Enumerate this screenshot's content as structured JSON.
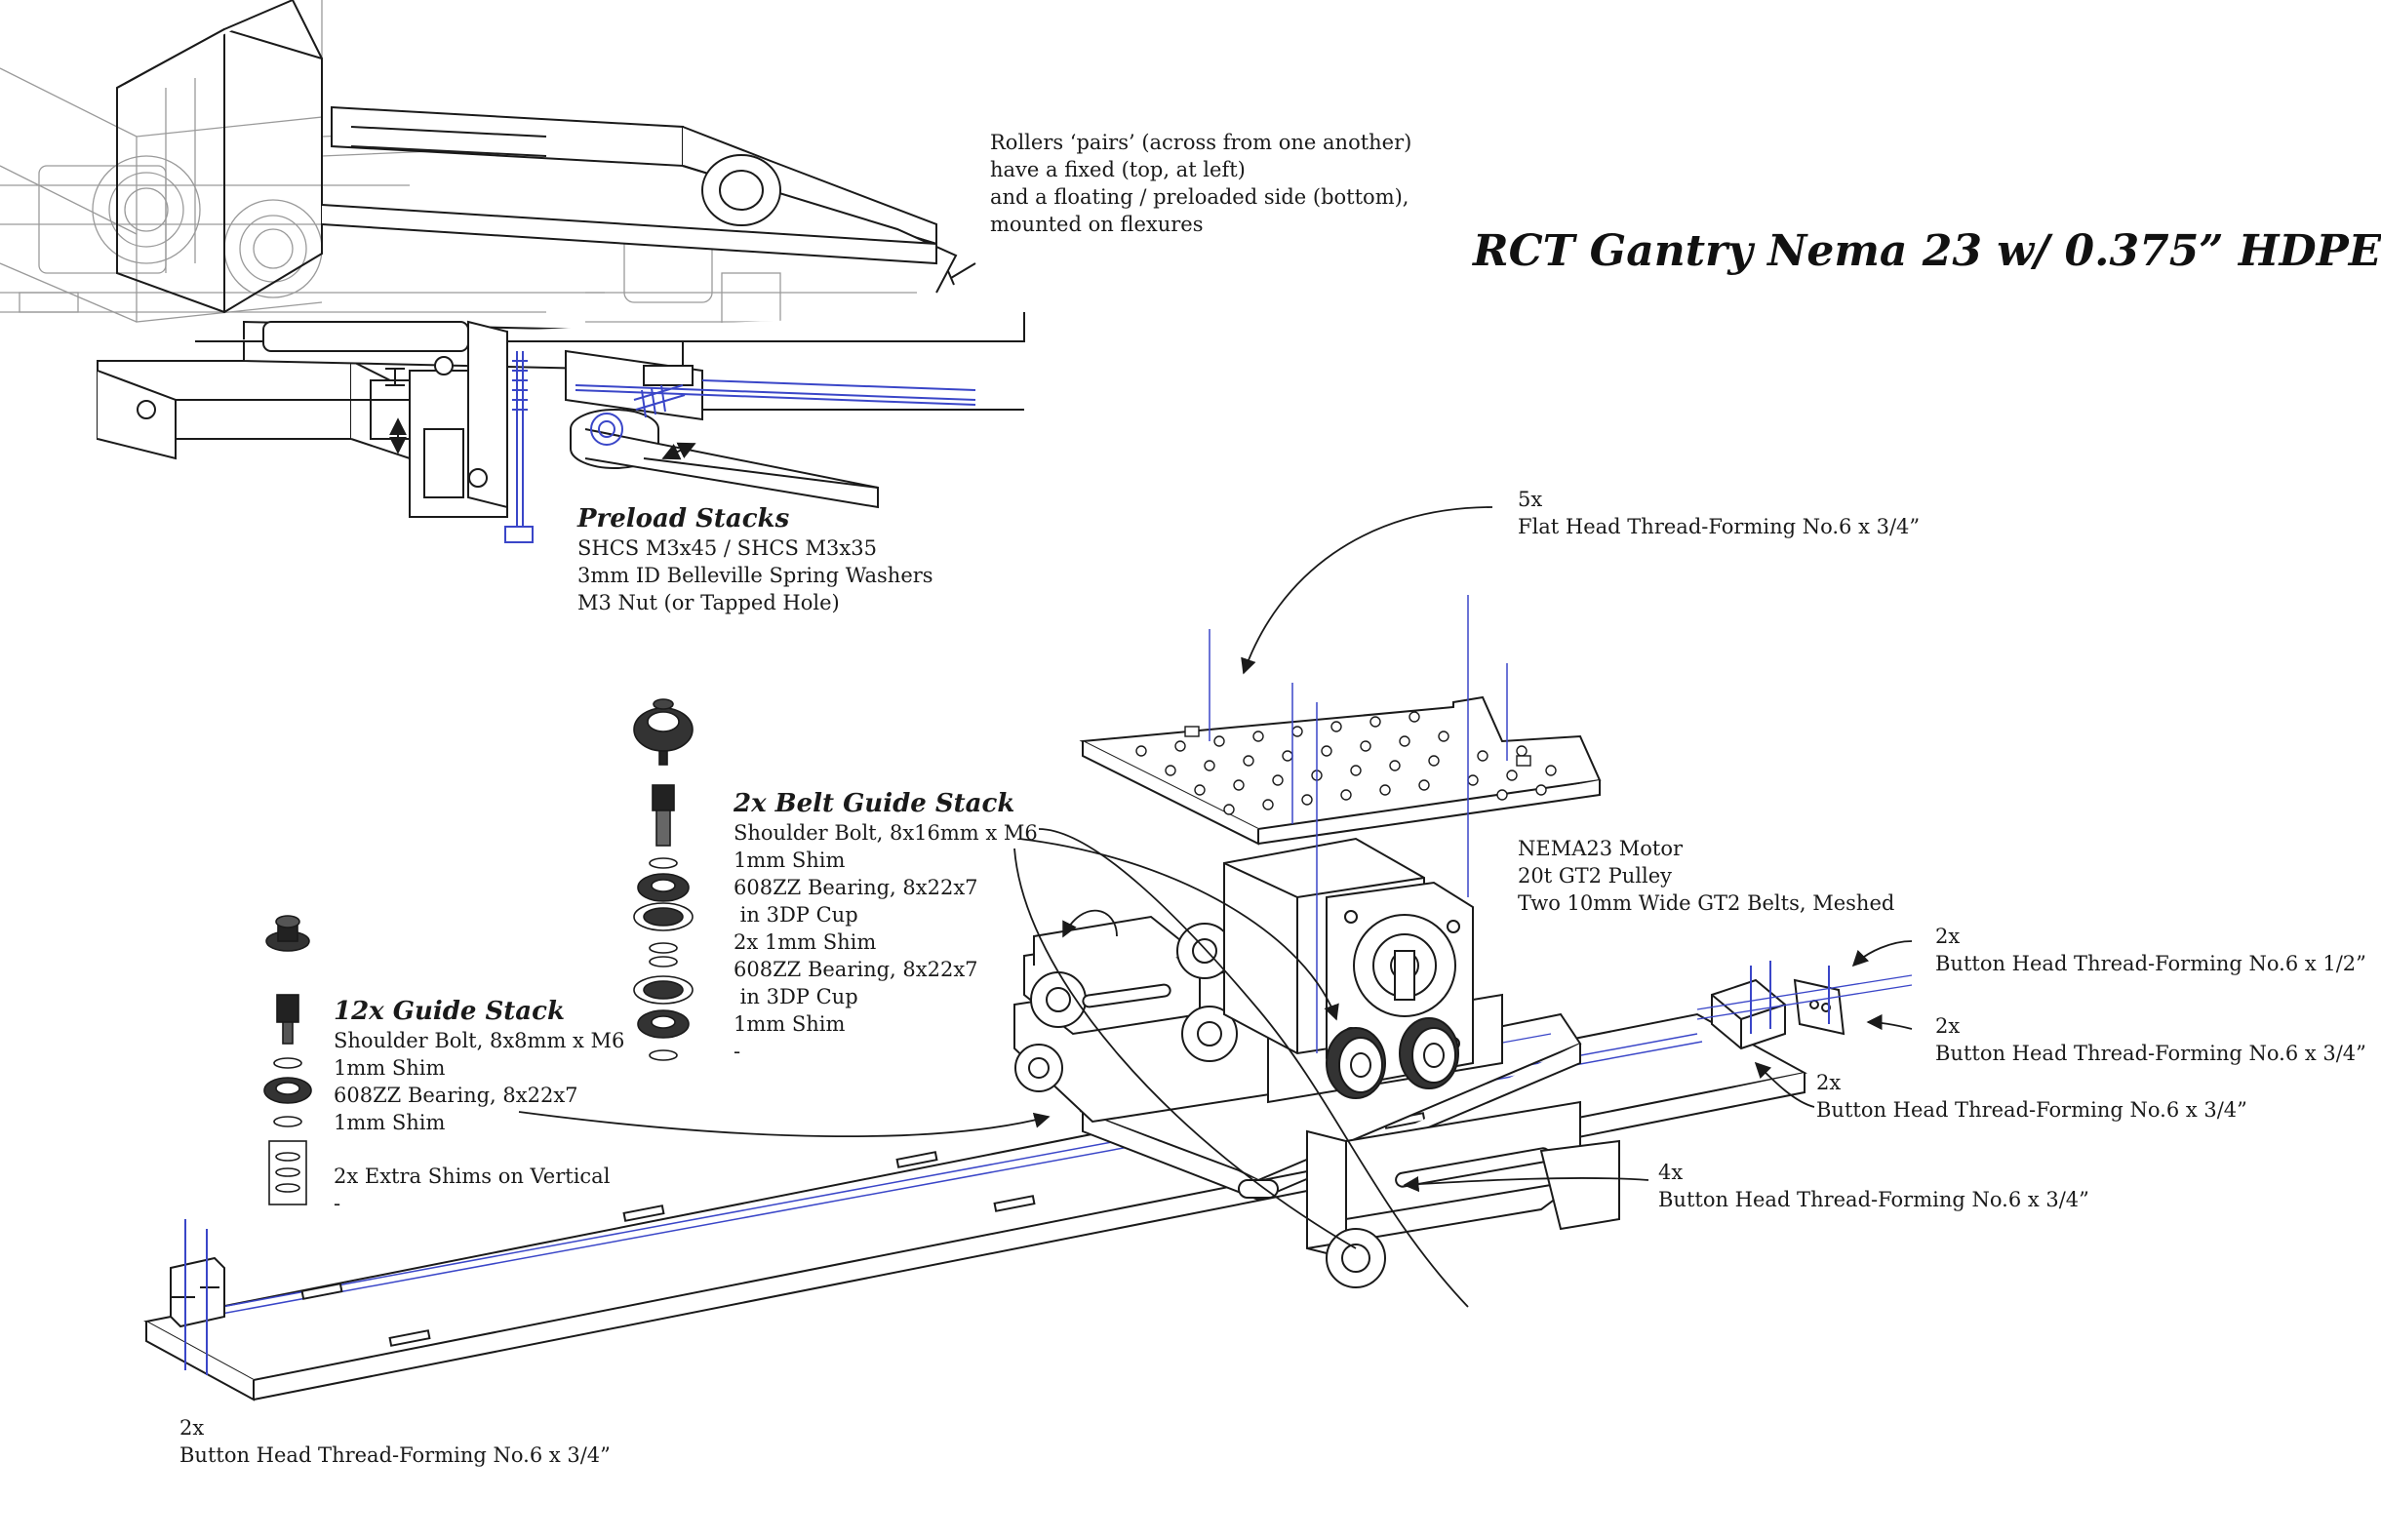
{
  "title": "RCT Gantry Nema 23 w/ 0.375” HDPE",
  "colors": {
    "line": "#1a1a1a",
    "ghost": "#9a9a9a",
    "accent": "#3a46c8",
    "fill": "#ffffff"
  },
  "notes": {
    "rollers": [
      "Rollers ‘pairs’ (across from one another)",
      "have a fixed (top, at left)",
      "and a floating / preloaded side (bottom),",
      "mounted on flexures"
    ],
    "preload": {
      "heading": "Preload Stacks",
      "lines": [
        "SHCS M3x45 / SHCS M3x35",
        "3mm ID Belleville Spring Washers",
        "M3 Nut (or Tapped Hole)"
      ]
    },
    "plate_screws": {
      "qty": "5x",
      "spec": "Flat Head Thread-Forming No.6 x 3/4”"
    },
    "belt_guide": {
      "heading": "2x Belt Guide Stack",
      "lines": [
        "Shoulder Bolt, 8x16mm x M6",
        "1mm Shim",
        "608ZZ Bearing, 8x22x7",
        " in 3DP Cup",
        "2x 1mm Shim",
        "608ZZ Bearing, 8x22x7",
        " in 3DP Cup",
        "1mm Shim",
        "-"
      ]
    },
    "motor": {
      "lines": [
        "NEMA23 Motor",
        "20t GT2 Pulley",
        "Two 10mm Wide GT2 Belts, Meshed"
      ]
    },
    "guide": {
      "heading": "12x Guide Stack",
      "lines": [
        "Shoulder Bolt, 8x8mm x M6",
        "1mm Shim",
        "608ZZ Bearing, 8x22x7",
        "1mm Shim"
      ],
      "extra": [
        "2x Extra Shims on Vertical",
        "-"
      ]
    },
    "clamp_a": {
      "qty": "2x",
      "spec": "Button Head Thread-Forming No.6 x 1/2”"
    },
    "clamp_b": {
      "qty": "2x",
      "spec": "Button Head Thread-Forming No.6 x 3/4”"
    },
    "clamp_c": {
      "qty": "2x",
      "spec": "Button Head Thread-Forming No.6 x 3/4”"
    },
    "carriage": {
      "qty": "4x",
      "spec": "Button Head Thread-Forming No.6 x 3/4”"
    },
    "rail_end": {
      "qty": "2x",
      "spec": "Button Head Thread-Forming No.6 x 3/4”"
    }
  }
}
